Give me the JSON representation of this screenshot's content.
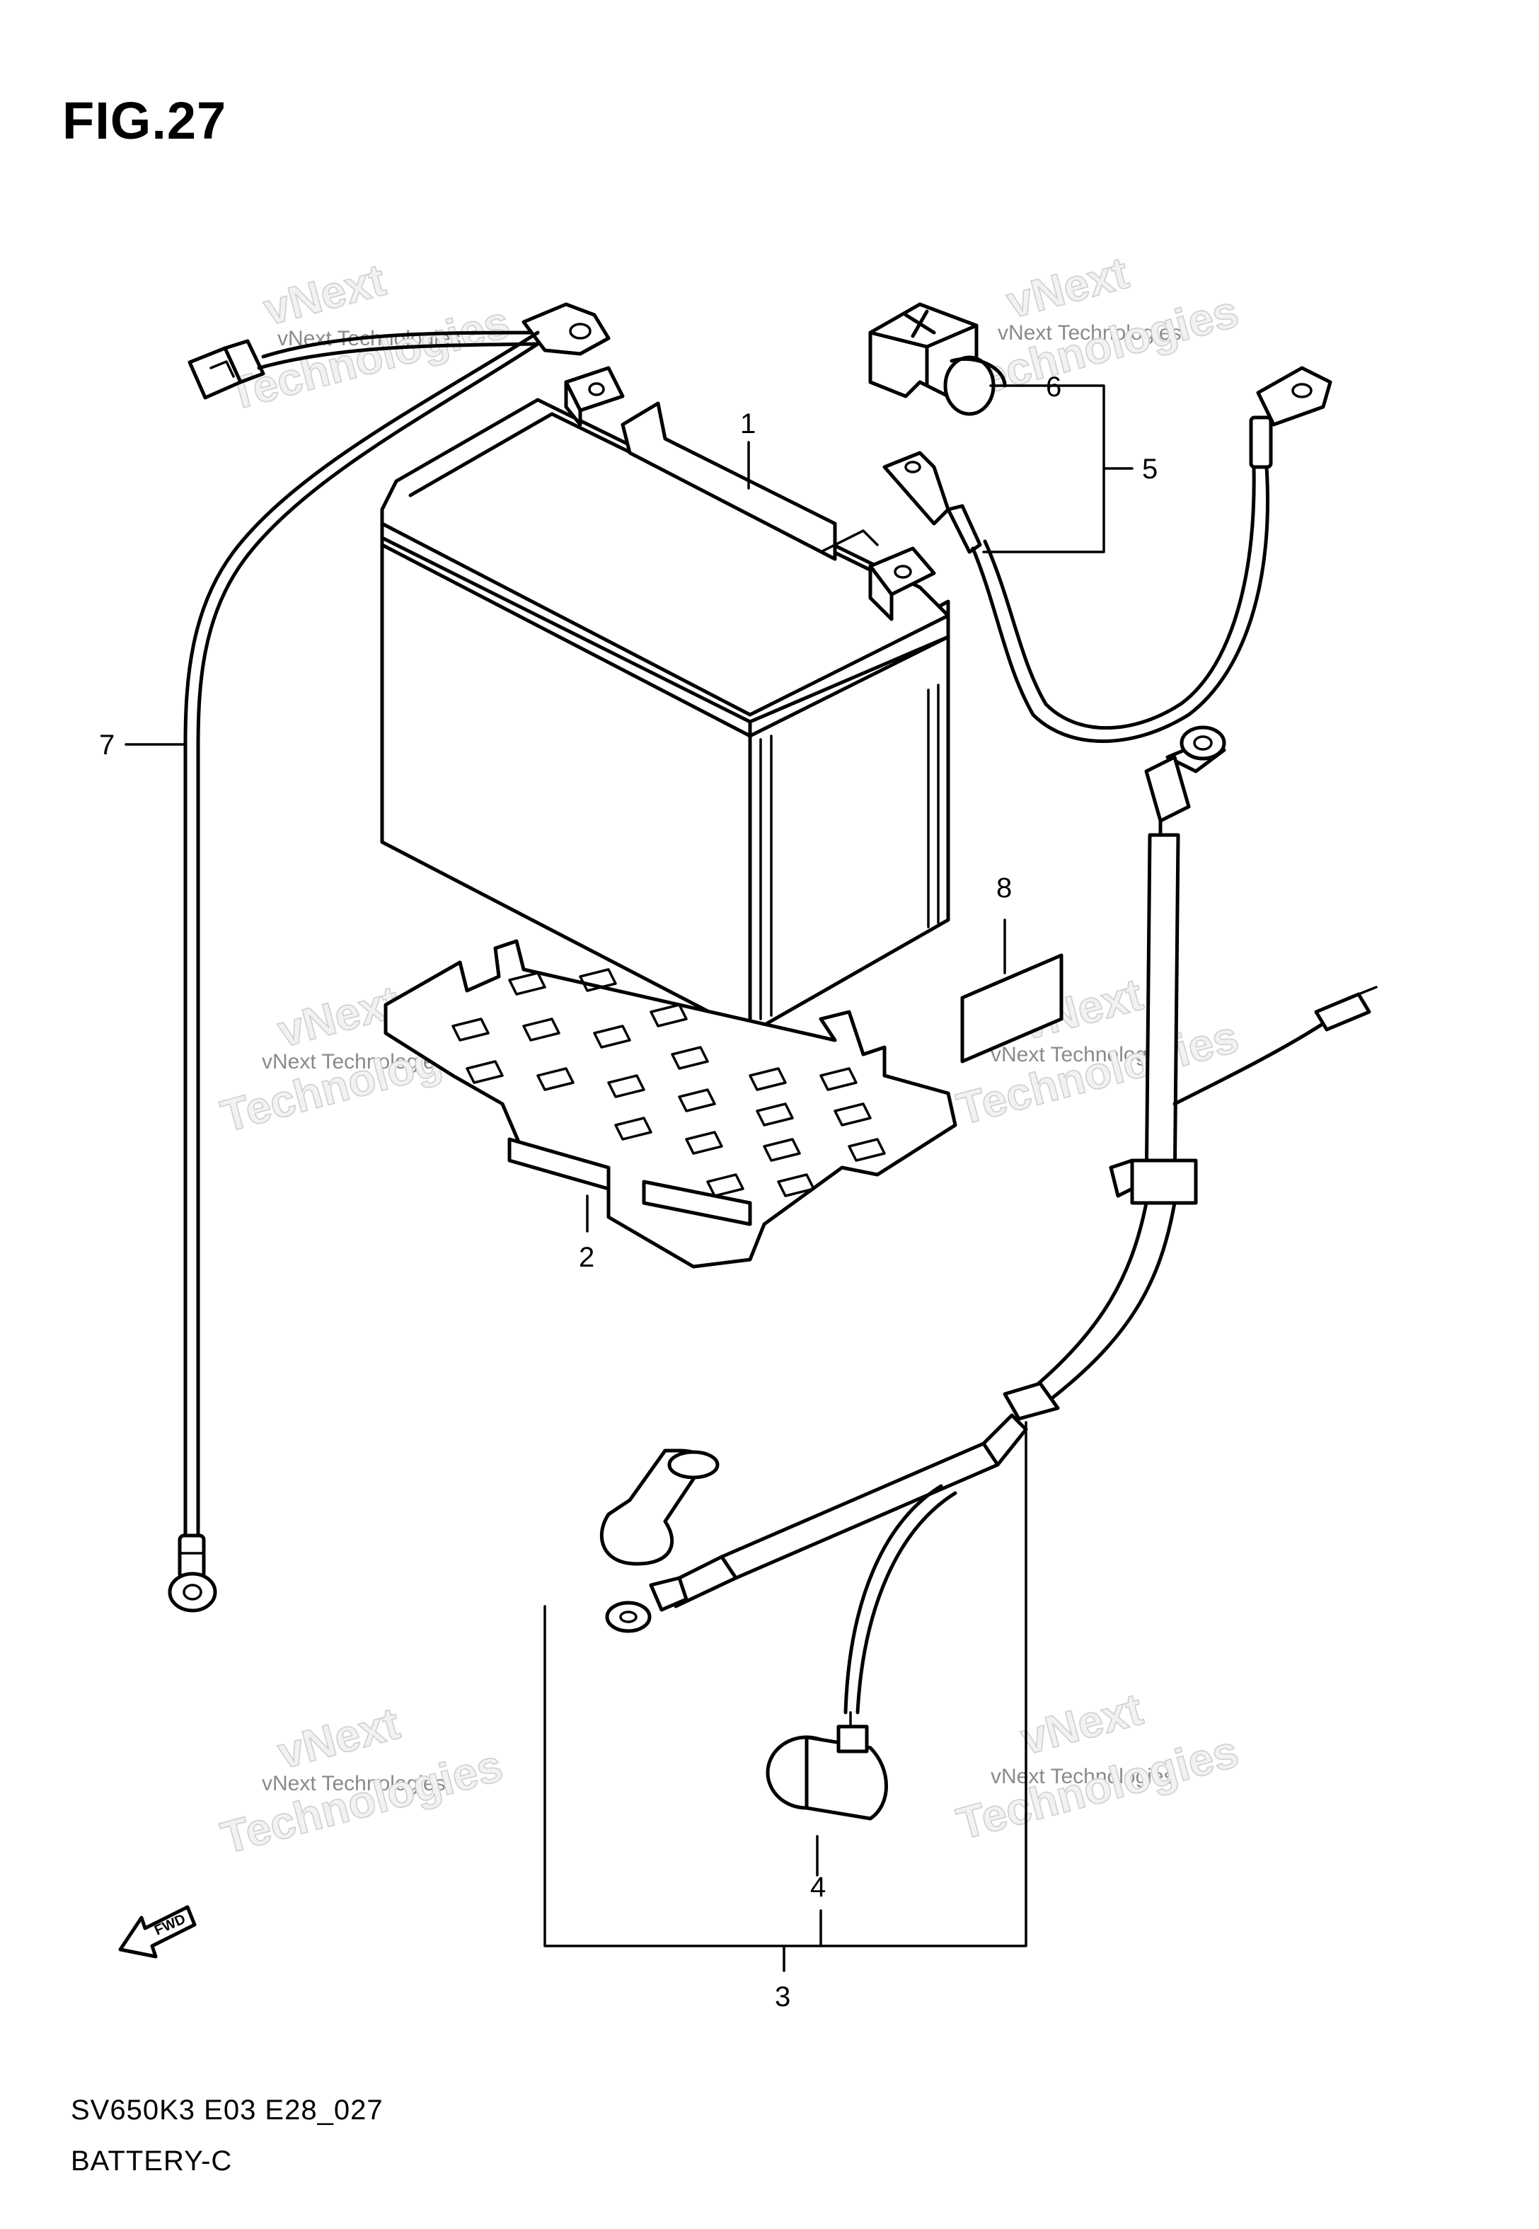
{
  "figure": {
    "title": "FIG.27",
    "code": "SV650K3 E03 E28_027",
    "name": "BATTERY-C"
  },
  "callouts": [
    {
      "id": "1",
      "label": "1"
    },
    {
      "id": "2",
      "label": "2"
    },
    {
      "id": "3",
      "label": "3"
    },
    {
      "id": "4",
      "label": "4"
    },
    {
      "id": "5",
      "label": "5"
    },
    {
      "id": "6",
      "label": "6"
    },
    {
      "id": "7",
      "label": "7"
    },
    {
      "id": "8",
      "label": "8"
    }
  ],
  "watermark": {
    "line1": "vNext",
    "line2": "vNext Technologies",
    "line3": "Technologies"
  },
  "fwd_label": "FWD"
}
